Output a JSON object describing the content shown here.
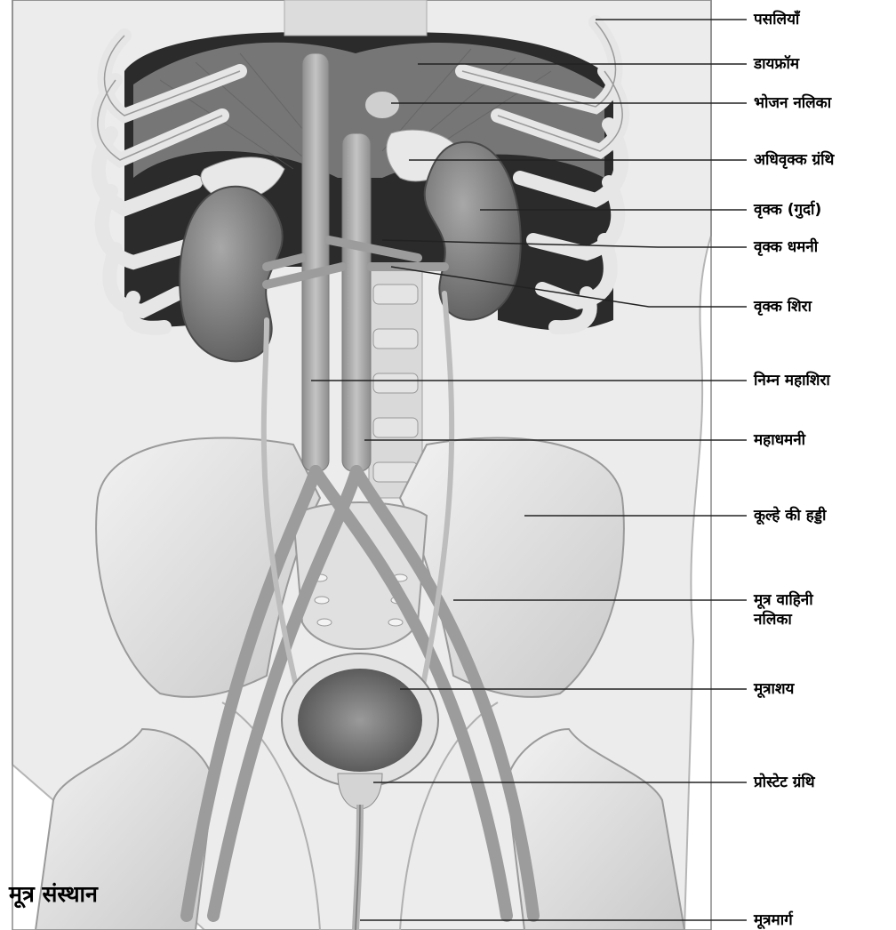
{
  "title": "मूत्र संस्थान",
  "labels": [
    {
      "id": "ribs",
      "text": "पसलियाँ"
    },
    {
      "id": "diaphragm",
      "text": "डायफ्रॉम"
    },
    {
      "id": "esophagus",
      "text": "भोजन नलिका"
    },
    {
      "id": "adrenal",
      "text": "अधिवृक्क ग्रंथि"
    },
    {
      "id": "kidney",
      "text": "वृक्क (गुर्दा)"
    },
    {
      "id": "renal-artery",
      "text": "वृक्क धमनी"
    },
    {
      "id": "renal-vein",
      "text": "वृक्क शिरा"
    },
    {
      "id": "ivc",
      "text": "निम्न महाशिरा"
    },
    {
      "id": "aorta",
      "text": "महाधमनी"
    },
    {
      "id": "hip-bone",
      "text": "कूल्हे की हड्डी"
    },
    {
      "id": "ureter",
      "line1": "मूत्र वाहिनी",
      "line2": "नलिका"
    },
    {
      "id": "bladder",
      "text": "मूत्राशय"
    },
    {
      "id": "prostate",
      "text": "प्रोस्टेट ग्रंथि"
    },
    {
      "id": "urethra",
      "text": "मूत्रमार्ग"
    }
  ],
  "colors": {
    "body": "#ececec",
    "body_edge": "#b5b5b5",
    "cavity": "#2b2b2b",
    "muscle": "#7a7a7a",
    "rib": "#e6e6e6",
    "bone": "#dadada",
    "kidney": "#8a8a8a",
    "vessel": "#a6a6a6",
    "leader": "#222222"
  }
}
